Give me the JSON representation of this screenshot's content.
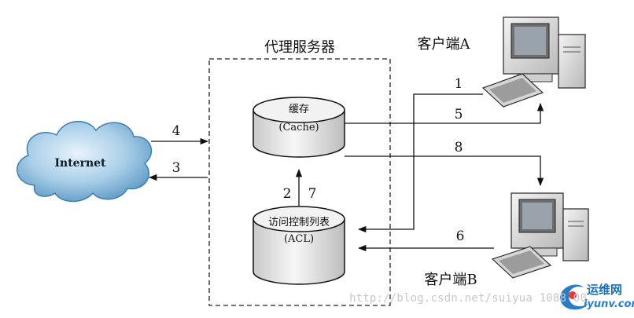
{
  "proxy": {
    "title": "代理服务器"
  },
  "cache": {
    "label_cn": "缓存",
    "label_en": "(Cache)"
  },
  "acl": {
    "label_cn": "访问控制列表",
    "label_en": "(ACL)"
  },
  "internet": {
    "label": "Internet"
  },
  "clients": {
    "a": "客户端A",
    "b": "客户端B"
  },
  "steps": {
    "s1": "1",
    "s2": "2",
    "s3": "3",
    "s4": "4",
    "s5": "5",
    "s6": "6",
    "s7": "7",
    "s8": "8"
  },
  "watermark": {
    "url": "http://blog.csdn.net/suiyua 1088 00 "
  },
  "badge": {
    "title": "运维网",
    "sub": "iyunv.com"
  }
}
